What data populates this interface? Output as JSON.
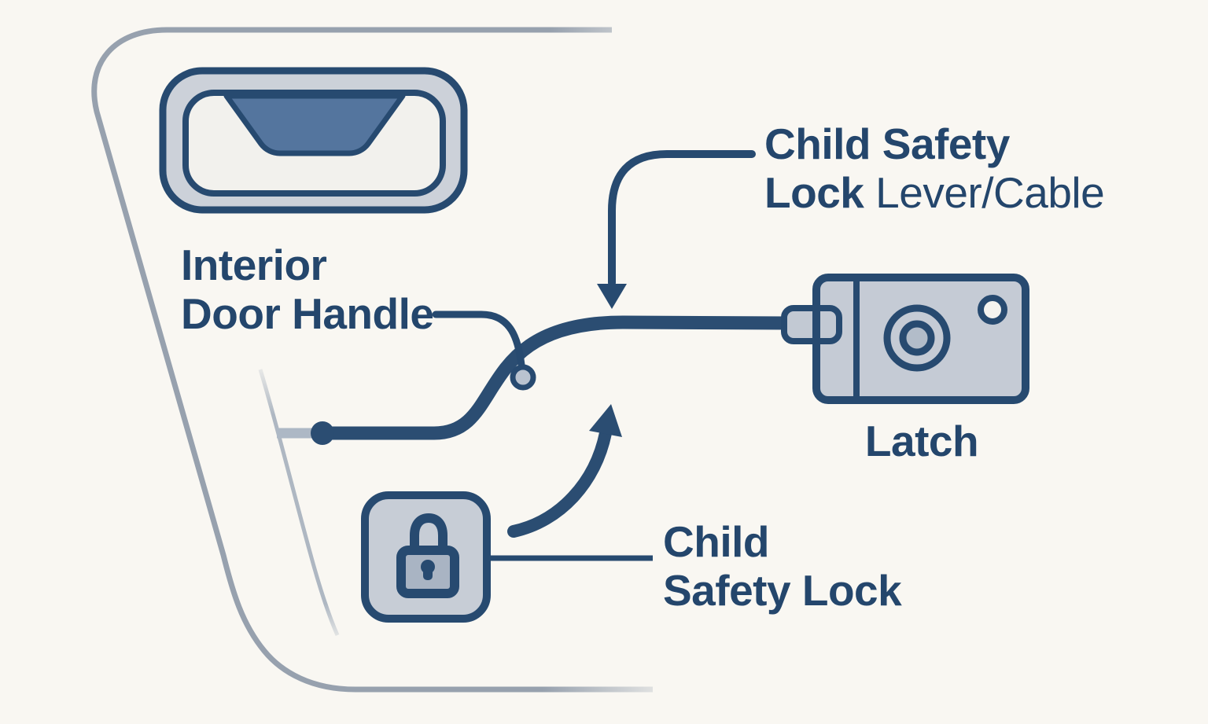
{
  "diagram": {
    "type": "car-door-child-safety-lock-diagram",
    "labels": {
      "interior_door_handle": {
        "line1": "Interior",
        "line2": "Door Handle"
      },
      "lever_cable": {
        "line1": "Child Safety",
        "line2_bold": "Lock ",
        "line2_regular": "Lever/Cable"
      },
      "latch": "Latch",
      "child_safety_lock": {
        "line1": "Child",
        "line2": "Safety Lock"
      }
    },
    "icons": {
      "door_handle": "door-handle-icon",
      "latch": "latch-icon",
      "padlock": "padlock-icon",
      "down_arrow": "down-arrow-icon",
      "curved_up_arrow": "curved-up-arrow-icon"
    },
    "colors": {
      "background": "#f9f7f2",
      "navy_stroke": "#274a70",
      "cable_navy": "#2b4d72",
      "text_navy": "#24466c",
      "panel_gray": "#c7cdd6",
      "handle_outer_gray": "#ccd1d9",
      "handle_inner_white": "#f2f1ed",
      "grip_blue": "#54759e",
      "door_line_gray": "#97a1ae",
      "inner_contour_gray": "#aeb7c2",
      "junction_dot_fill": "#b9c3d0",
      "padlock_body_gray": "#a9b4c3",
      "latch_inner_circle": "#b2bcc9",
      "latch_small_circle": "#f4f3ef"
    }
  }
}
